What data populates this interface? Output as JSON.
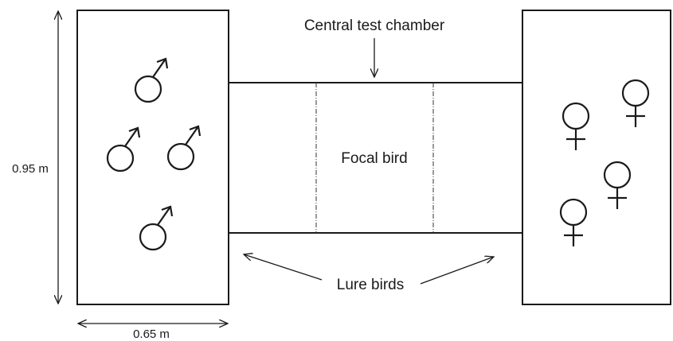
{
  "labels": {
    "central_chamber": "Central test chamber",
    "focal_bird": "Focal bird",
    "lure_birds": "Lure birds",
    "height_dimension": "0.95 m",
    "width_dimension": "0.65 m"
  },
  "groups": {
    "left_chamber": {
      "symbol": "male-symbol-icon",
      "count": 4
    },
    "right_chamber": {
      "symbol": "female-symbol-icon",
      "count": 4
    }
  }
}
